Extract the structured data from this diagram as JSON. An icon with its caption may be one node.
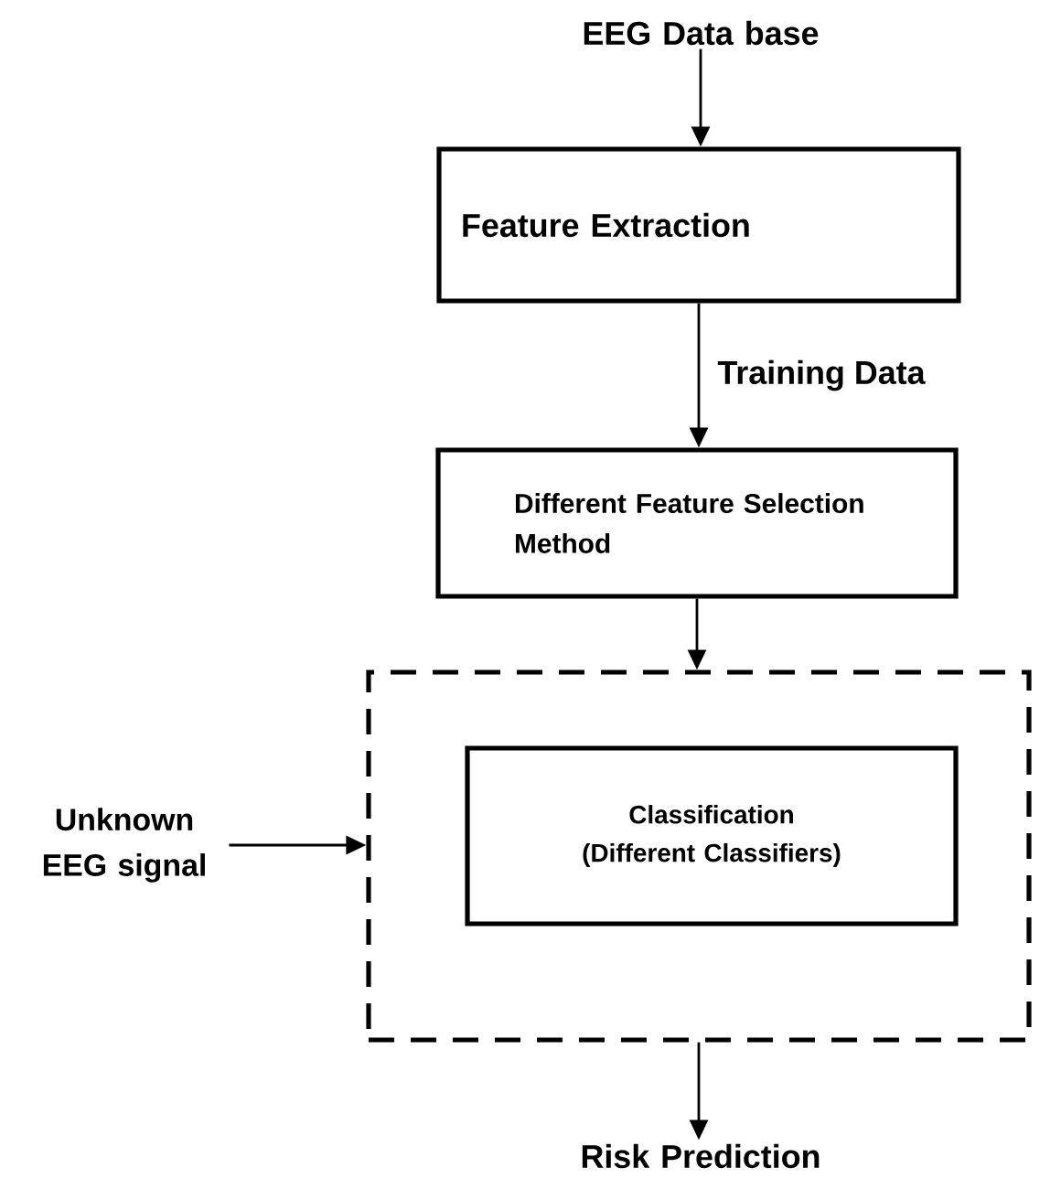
{
  "diagram": {
    "nodes": [
      {
        "text": [
          "EEG Data base"
        ]
      },
      {
        "text": [
          "Feature Extraction"
        ]
      },
      {
        "text": [
          "Different Feature Selection Method"
        ]
      },
      {
        "text": [],
        "shape": "box"
      },
      {
        "text": [
          "Classification (Different Classifiers)"
        ],
        "in": 3
      },
      {
        "text": [
          "Unknown EEG signal"
        ]
      },
      {
        "text": [
          "Risk Prediction"
        ]
      }
    ],
    "edges": [
      {
        "from": 0,
        "to": 1,
        "arrow": "to"
      },
      {
        "from": 1,
        "to": 2,
        "arrow": "to",
        "label": "Training Data"
      },
      {
        "from": 2,
        "to": 3,
        "arrow": "to"
      },
      {
        "from": 5,
        "to": 3,
        "arrow": "to"
      },
      {
        "from": 3,
        "to": 6,
        "arrow": "to"
      }
    ]
  }
}
